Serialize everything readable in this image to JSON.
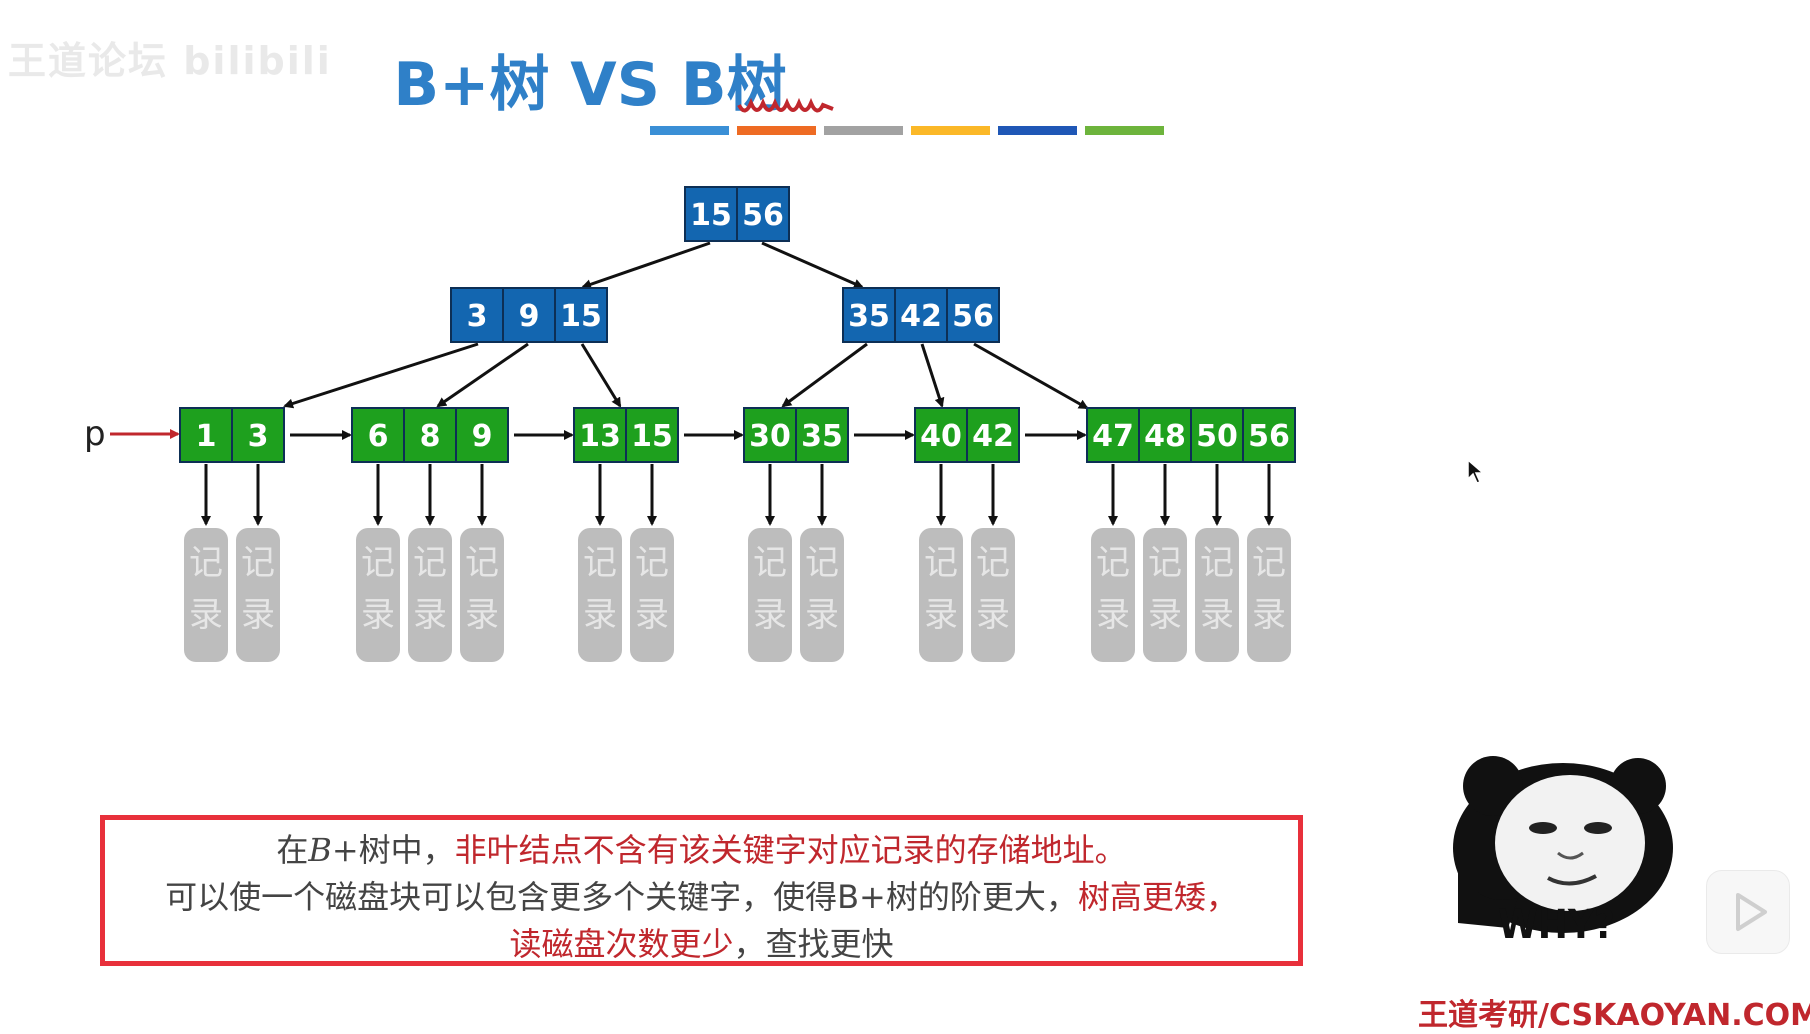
{
  "watermark": "王道论坛 bilibili",
  "title": "B+树 VS B树",
  "color_bars": [
    "#3a8fd6",
    "#ee6b23",
    "#a2a2a2",
    "#fbb828",
    "#1f57b6",
    "#6db43c"
  ],
  "tree": {
    "pointer_label": "p",
    "root": [
      "15",
      "56"
    ],
    "internal": [
      [
        "3",
        "9",
        "15"
      ],
      [
        "35",
        "42",
        "56"
      ]
    ],
    "leaves": [
      [
        "1",
        "3"
      ],
      [
        "6",
        "8",
        "9"
      ],
      [
        "13",
        "15"
      ],
      [
        "30",
        "35"
      ],
      [
        "40",
        "42"
      ],
      [
        "47",
        "48",
        "50",
        "56"
      ]
    ],
    "record_text": [
      "记",
      "录"
    ],
    "colors": {
      "internal": "#1366b0",
      "leaf": "#1ea01e",
      "record": "#bdbdbd",
      "pointer_arrow": "#c0272d"
    }
  },
  "note": {
    "line1_prefix": "在",
    "line1_italic": "B+",
    "line1_mid": "树中，",
    "line1_red": "非叶结点不含有该关键字对应记录的存储地址。",
    "line2_plain": "可以使一个磁盘块可以包含更多个关键字，使得B+树的阶更大，",
    "line2_red": "树高更矮，",
    "line3_red": "读磁盘次数更少",
    "line3_plain": "，查找更快"
  },
  "meme_caption": "WHY?",
  "footer": "王道考研/CSKAOYAN.COM"
}
